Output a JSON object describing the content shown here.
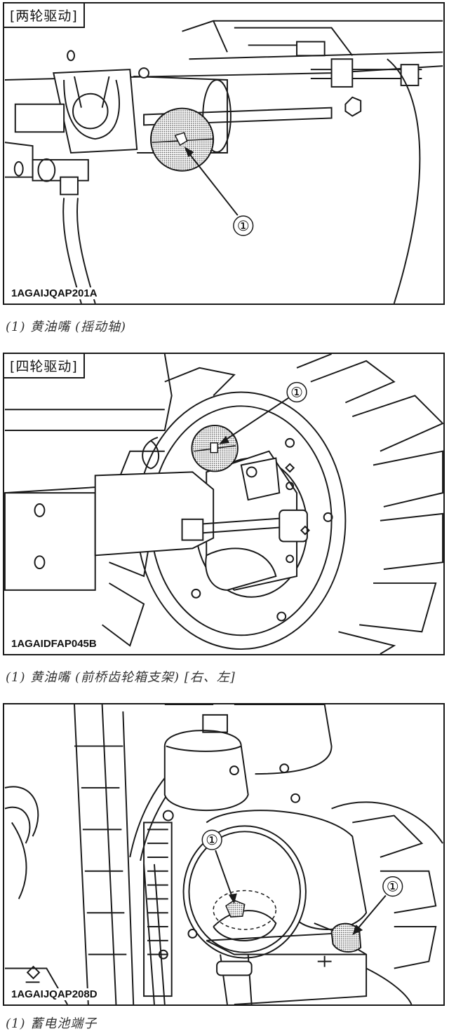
{
  "figures": [
    {
      "tag": "[两轮驱动]",
      "code": "1AGAIJQAP201A",
      "callouts": [
        "①"
      ],
      "caption": "(1) 黄油嘴 (摇动轴)"
    },
    {
      "tag": "[四轮驱动]",
      "code": "1AGAIDFAP045B",
      "callouts": [
        "①"
      ],
      "caption": "(1) 黄油嘴 (前桥齿轮箱支架) [右、左]"
    },
    {
      "tag": "",
      "code": "1AGAIJQAP208D",
      "callouts": [
        "①",
        "①"
      ],
      "caption": "(1) 蓄电池端子"
    }
  ],
  "colors": {
    "line": "#1a1a1a",
    "dot_fill": "#b8b8b8",
    "paper": "#ffffff"
  }
}
